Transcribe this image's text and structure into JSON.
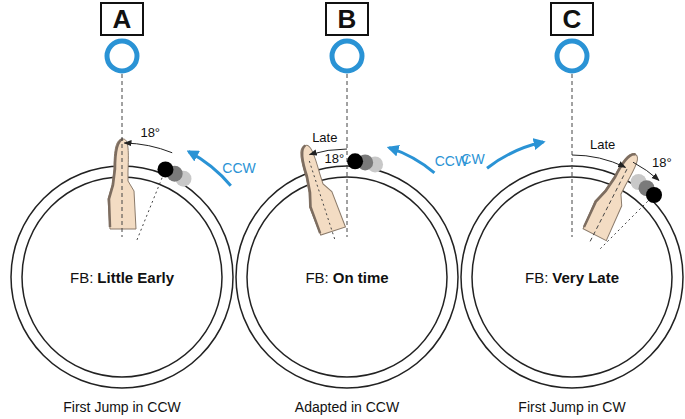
{
  "diagram": {
    "nodes": [
      {
        "text": [
          "A"
        ]
      },
      {
        "text": [
          "B"
        ]
      },
      {
        "text": [
          "C"
        ]
      },
      {
        "text": [
          "FB:",
          "Little Early"
        ]
      },
      {
        "text": [
          "FB:",
          "On time"
        ]
      },
      {
        "text": [
          "FB:",
          "Very Late"
        ]
      }
    ],
    "labels": [
      "18°",
      "CCW",
      "First Jump in CCW",
      "Late",
      "18°",
      "CCW",
      "Adapted in CCW",
      "CW",
      "Late",
      "18°",
      "First Jump in CW"
    ]
  }
}
